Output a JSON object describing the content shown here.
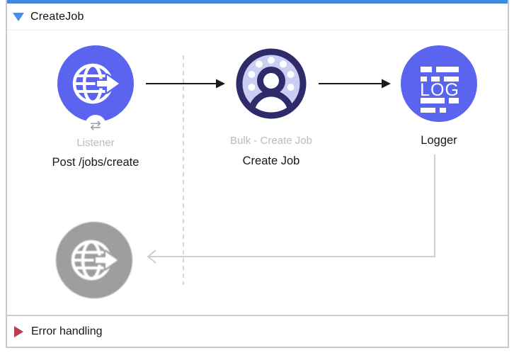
{
  "flow": {
    "title": "CreateJob",
    "selected": true,
    "selection_color": "#3d87e0",
    "collapse_icon": "triangle-down-icon",
    "nodes": {
      "listener": {
        "label": "Listener",
        "sublabel": "Post /jobs/create",
        "icon": "globe-arrow-icon",
        "badge_icon": "sync-arrows-icon",
        "badge_glyph": "⇄",
        "color": "#5a64ee"
      },
      "bulk_create_job": {
        "label": "Bulk - Create Job",
        "sublabel": "Create Job",
        "icon": "bulk-user-icon",
        "ring_color": "#2f2a6a",
        "fill_color": "#c9cff2"
      },
      "logger": {
        "label": "Logger",
        "icon": "log-icon",
        "icon_text": "LOG",
        "color": "#5a64ee"
      },
      "ghost_endpoint": {
        "icon": "globe-arrow-icon",
        "color": "#9e9e9e"
      }
    },
    "error_handling": {
      "label": "Error handling",
      "icon": "triangle-right-icon",
      "icon_color": "#bc3a4f"
    }
  }
}
